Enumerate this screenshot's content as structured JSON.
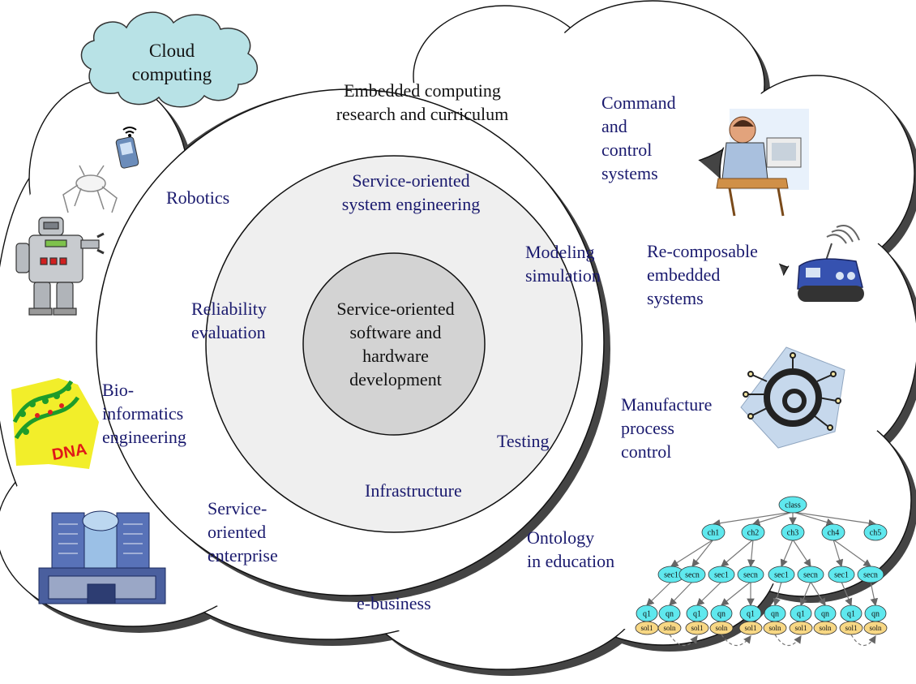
{
  "diagram": {
    "cloud_badge": "Cloud computing",
    "top_label": "Embedded computing research and curriculum",
    "core": "Service-oriented software and hardware development",
    "inner_ring": {
      "top": "Service-oriented system engineering",
      "modeling": "Modeling simulation",
      "reliability": "Reliability evaluation",
      "testing": "Testing",
      "infrastructure": "Infrastructure"
    },
    "outer_ring": {
      "robotics": "Robotics",
      "command": "Command and control systems",
      "recomposable": "Re-composable embedded systems",
      "bioinformatics": "Bio-informatics engineering",
      "manufacture": "Manufacture process control",
      "soe": "Service-oriented enterprise",
      "ontology": "Ontology in education",
      "ebusiness": "e-business"
    },
    "clipart": {
      "dna_text": "DNA",
      "tree": {
        "root": "class",
        "chapters": [
          "ch1",
          "ch2",
          "ch3",
          "ch4",
          "ch5"
        ],
        "sections": [
          "sec1",
          "secn",
          "sec1",
          "secn",
          "sec1",
          "secn",
          "sec1",
          "secn"
        ],
        "questions": [
          "q1",
          "qn",
          "q1",
          "qn",
          "q1",
          "qn",
          "q1",
          "qn",
          "q1",
          "qn"
        ],
        "solutions": [
          "sol1",
          "soln",
          "sol1",
          "soln",
          "sol1",
          "soln",
          "sol1",
          "soln",
          "sol1",
          "soln"
        ]
      }
    },
    "colors": {
      "label_blue": "#1a1a6e",
      "inner_disc": "#efefef",
      "core_disc": "#d3d3d3",
      "tree_node": "#5fe8ee",
      "tree_solution": "#f7d784"
    }
  }
}
